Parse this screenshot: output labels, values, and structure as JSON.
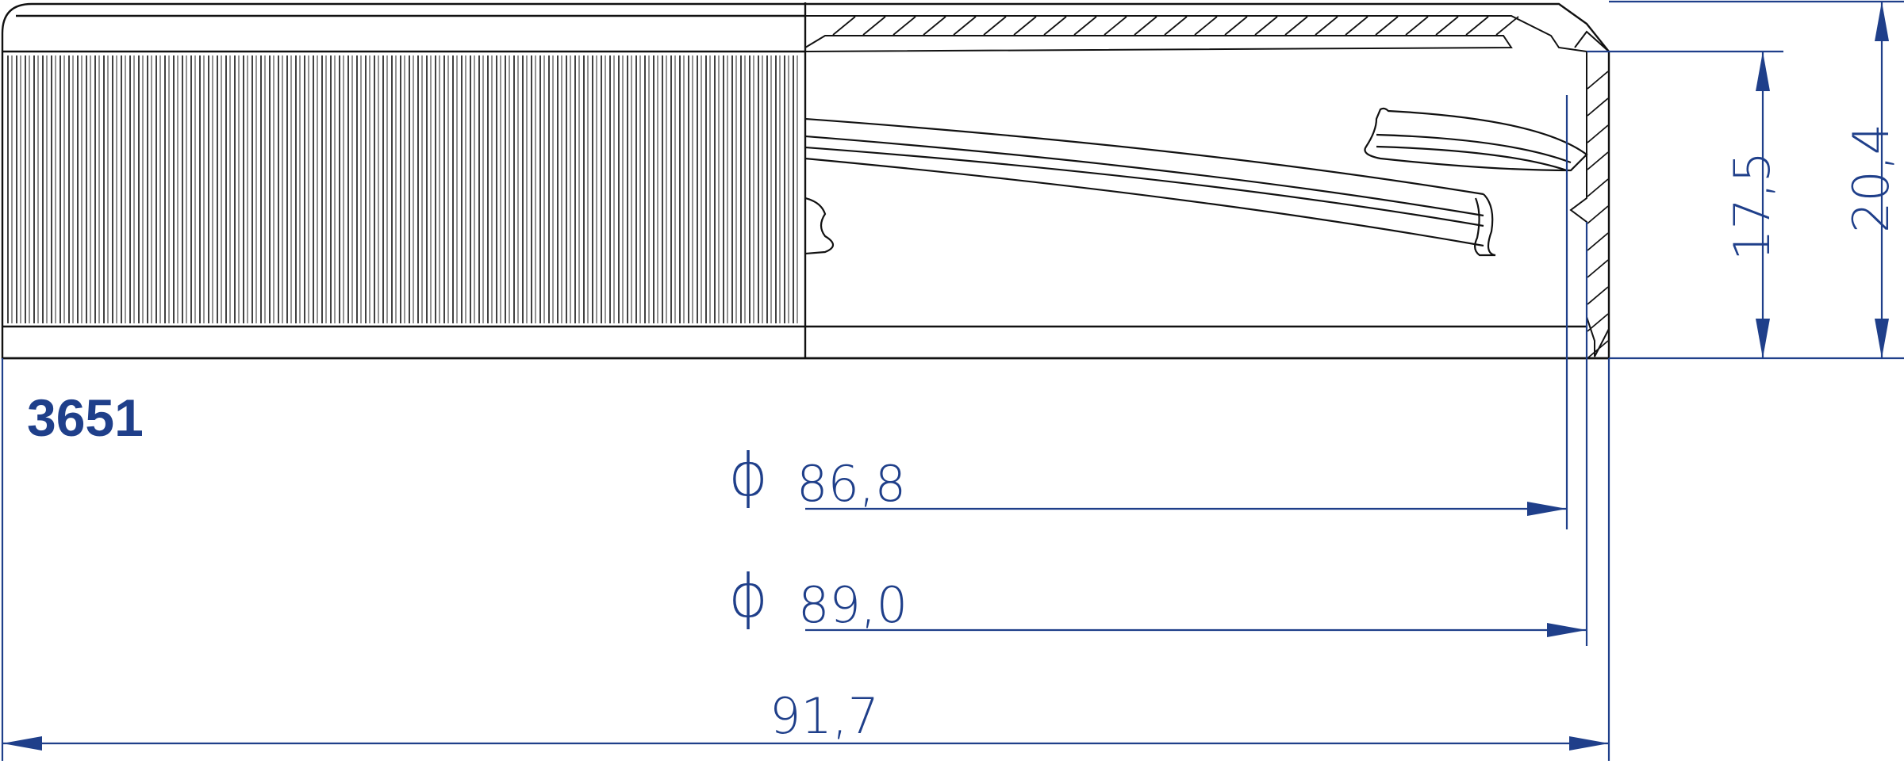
{
  "drawing": {
    "part_number": "3651",
    "diameter_symbol": "ϕ",
    "dimensions": {
      "inner_diameter": "86,8",
      "outer_diameter": "89,0",
      "overall_width": "91,7",
      "inner_height": "17,5",
      "overall_height": "20,4"
    }
  },
  "colors": {
    "line": "#111111",
    "dimension": "#1f3f8a"
  }
}
